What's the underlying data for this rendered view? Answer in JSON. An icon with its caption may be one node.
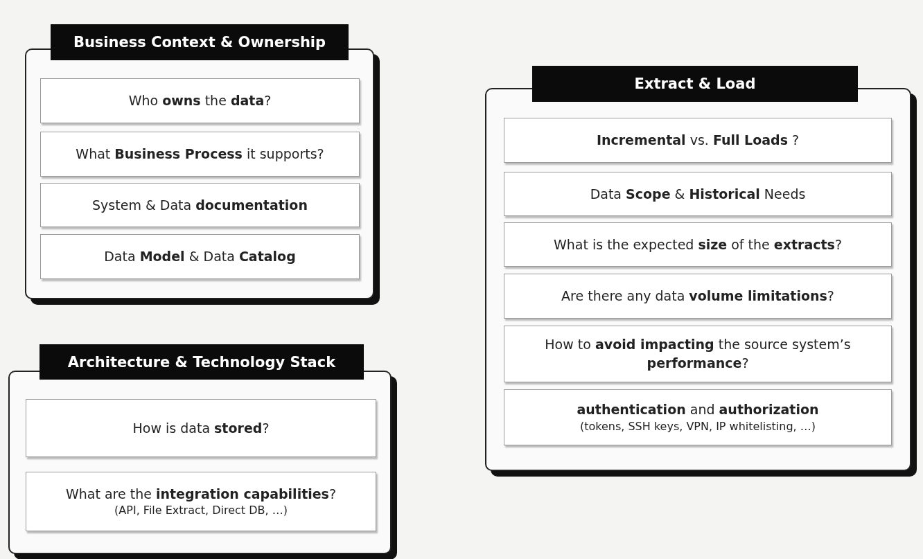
{
  "diagram": {
    "nodes": [
      {
        "text": [
          "Business Context & Ownership"
        ]
      },
      {
        "text": [
          "Who **owns** the **data**?"
        ],
        "in": 0
      },
      {
        "text": [
          "What **Business Process** it supports?"
        ],
        "in": 0
      },
      {
        "text": [
          "System & Data **documentation**"
        ],
        "in": 0
      },
      {
        "text": [
          "Data **Model** & Data **Catalog**"
        ],
        "in": 0
      },
      {
        "text": [
          "Architecture & Technology Stack"
        ]
      },
      {
        "text": [
          "How is data **stored**?"
        ],
        "in": 5
      },
      {
        "text": [
          "What are the **integration capabilities**?",
          "(API, File Extract, Direct DB, …)"
        ],
        "in": 5
      },
      {
        "text": [
          "Extract & Load"
        ]
      },
      {
        "text": [
          "**Incremental** vs. **Full Loads** ?"
        ],
        "in": 8
      },
      {
        "text": [
          "Data **Scope** & **Historical** Needs"
        ],
        "in": 8
      },
      {
        "text": [
          "What is the expected **size** of the **extracts**?"
        ],
        "in": 8
      },
      {
        "text": [
          "Are there any data **volume limitations**?"
        ],
        "in": 8
      },
      {
        "text": [
          "How to **avoid impacting** the source system’s **performance**?"
        ],
        "in": 8
      },
      {
        "text": [
          "**authentication** and **authorization**",
          "(tokens, SSH keys, VPN, IP whitelisting, …)"
        ],
        "in": 8
      }
    ]
  }
}
